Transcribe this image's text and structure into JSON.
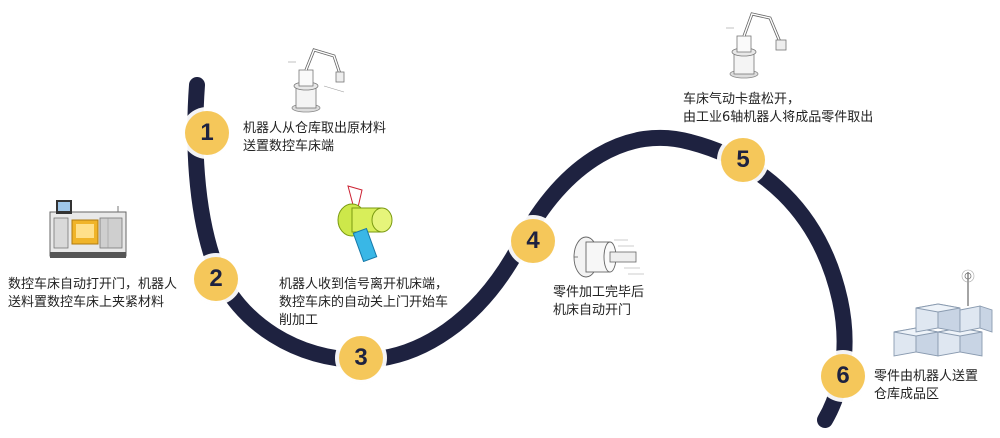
{
  "steps": [
    {
      "num": "1",
      "text": "机器人从仓库取出原材料\n送置数控车床端"
    },
    {
      "num": "2",
      "text": "数控车床自动打开门，机器人\n送料置数控车床上夹紧材料"
    },
    {
      "num": "3",
      "text": "机器人收到信号离开机床端，\n数控车床的自动关上门开始车\n削加工"
    },
    {
      "num": "4",
      "text": "零件加工完毕后\n机床自动开门"
    },
    {
      "num": "5",
      "text": "车床气动卡盘松开，\n由工业6轴机器人将成品零件取出"
    },
    {
      "num": "6",
      "text": "零件由机器人送置\n仓库成品区"
    }
  ],
  "colors": {
    "track": "#1e2240",
    "badge": "#f5c75a",
    "badge_text": "#1e2240",
    "text": "#222222"
  },
  "icons": {
    "robot_arm_1": "robot-arm-icon",
    "cnc_lathe": "cnc-lathe-icon",
    "lathe_chuck_part": "workpiece-chuck-icon",
    "chuck_drawing": "chuck-drawing-icon",
    "robot_arm_5": "robot-arm-icon",
    "warehouse": "warehouse-icon"
  }
}
